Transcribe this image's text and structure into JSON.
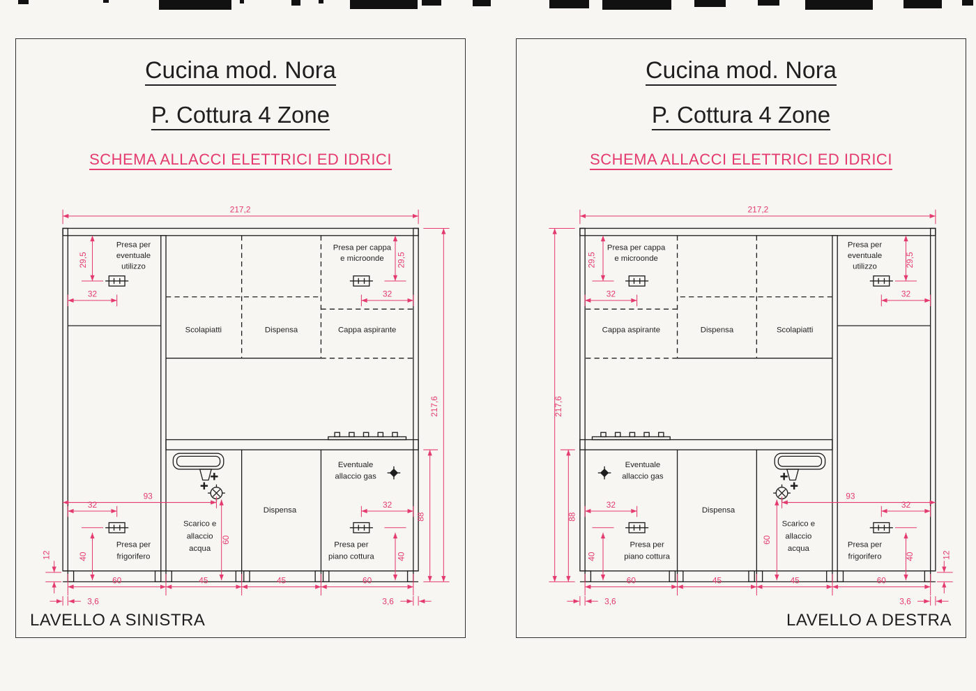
{
  "colors": {
    "accent": "#e43a6d",
    "ink": "#1f1f1f",
    "paper": "#f7f6f2"
  },
  "panels": [
    {
      "title": "Cucina mod. Nora",
      "subtitle": "P. Cottura 4 Zone",
      "heading": "SCHEMA ALLACCI ELETTRICI ED IDRICI",
      "footer": "LAVELLO A SINISTRA"
    },
    {
      "title": "Cucina mod. Nora",
      "subtitle": "P. Cottura 4 Zone",
      "heading": "SCHEMA ALLACCI ELETTRICI ED IDRICI",
      "footer": "LAVELLO A DESTRA"
    }
  ],
  "drawing": {
    "labels": {
      "presa_eventuale": [
        "Presa per",
        "eventuale",
        "utilizzo"
      ],
      "presa_cappa": [
        "Presa per cappa",
        "e microonde"
      ],
      "scolapiatti": "Scolapiatti",
      "dispensa_top": "Dispensa",
      "cappa": "Cappa aspirante",
      "gas": [
        "Eventuale",
        "allaccio gas"
      ],
      "dispensa_base": "Dispensa",
      "scarico": [
        "Scarico e",
        "allaccio",
        "acqua"
      ],
      "presa_piano": [
        "Presa per",
        "piano cottura"
      ],
      "presa_frigo": [
        "Presa per",
        "frigorifero"
      ]
    },
    "dims": {
      "total_width": "217,2",
      "total_height": "217,6",
      "base_height": "88",
      "socket_drop": "29,5",
      "socket_offset": "32",
      "drain_offset": "93",
      "drain_height": "60",
      "socket_height": "40",
      "plinth_height": "12",
      "panel_thickness": "3,6",
      "base_widths": [
        "60",
        "45",
        "45",
        "60"
      ]
    }
  }
}
